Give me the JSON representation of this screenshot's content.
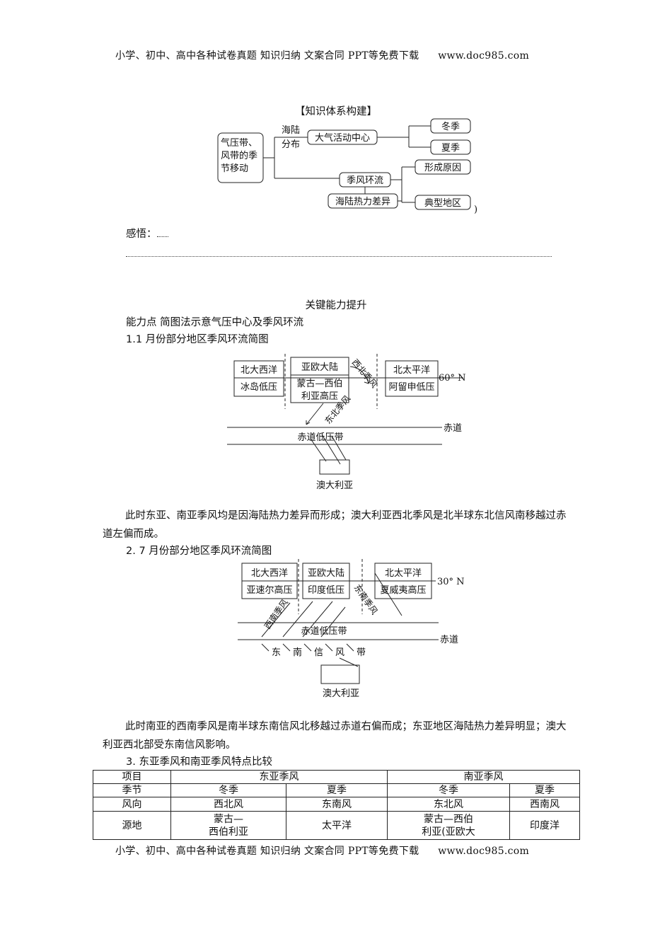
{
  "header": {
    "text": "小学、初中、高中各种试卷真题  知识归纳  文案合同  PPT等免费下载",
    "url": "www.doc985.com"
  },
  "footer": {
    "text": "小学、初中、高中各种试卷真题  知识归纳  文案合同  PPT等免费下载",
    "url": "www.doc985.com"
  },
  "knowledge": {
    "title": "【知识体系构建】",
    "root": [
      "气压带、",
      "风带的季",
      "节移动"
    ],
    "branch": [
      "海陆",
      "分布"
    ],
    "center": "大气活动中心",
    "winter": "冬季",
    "summer": "夏季",
    "monsoon": "季风环流",
    "cause": "形成原因",
    "thermal": "海陆热力差异",
    "region": "典型地区",
    "paren": ")"
  },
  "insight": {
    "label": "感悟："
  },
  "section": {
    "title": "关键能力提升",
    "point": "能力点  简图法示意气压中心及季风环流",
    "jan_title": "1.1 月份部分地区季风环流简图",
    "jan_text": "此时东亚、南亚季风均是因海陆热力差异而形成；澳大利亚西北季风是北半球东北信风南移越过赤道左偏而成。",
    "jul_title": "2.   7 月份部分地区季风环流简图",
    "jul_text": "此时南亚的西南季风是南半球东南信风北移越过赤道右偏而成；东亚地区海陆热力差异明显；澳大利亚西北部受东南信风影响。",
    "cmp_title": "3.   东亚季风和南亚季风特点比较"
  },
  "jan_map": {
    "na_atl": "北大西洋",
    "iceland": "冰岛低压",
    "eurasia": "亚欧大陆",
    "mongol1": "蒙古—西伯",
    "mongol2": "利亚高压",
    "n_pac": "北太平洋",
    "aleut": "阿留申低压",
    "lat": "60° N",
    "nw_monsoon": "西北季风",
    "ne_monsoon": "东北季风",
    "equator": "赤道",
    "itcz": "赤道低压带",
    "australia": "澳大利亚"
  },
  "jul_map": {
    "na_atl": "北大西洋",
    "azores": "亚速尔高压",
    "eurasia": "亚欧大陆",
    "india": "印度低压",
    "n_pac": "北太平洋",
    "hawaii": "夏威夷高压",
    "lat": "30° N",
    "sw_monsoon": "西南季风",
    "se_monsoon": "东南季风",
    "itcz": "赤道低压带",
    "equator": "赤道",
    "trade": [
      "东",
      "南",
      "信",
      "风",
      "带"
    ],
    "australia": "澳大利亚"
  },
  "table": {
    "item": "项目",
    "east": "东亚季风",
    "south": "南亚季风",
    "season": "季节",
    "winter": "冬季",
    "summer": "夏季",
    "direction": "风向",
    "dirs": [
      "西北风",
      "东南风",
      "东北风",
      "西南风"
    ],
    "source": "源地",
    "src": [
      "蒙古—\n西伯利亚",
      "太平洋",
      "蒙古—西伯\n利亚(亚欧大",
      "印度洋"
    ]
  }
}
